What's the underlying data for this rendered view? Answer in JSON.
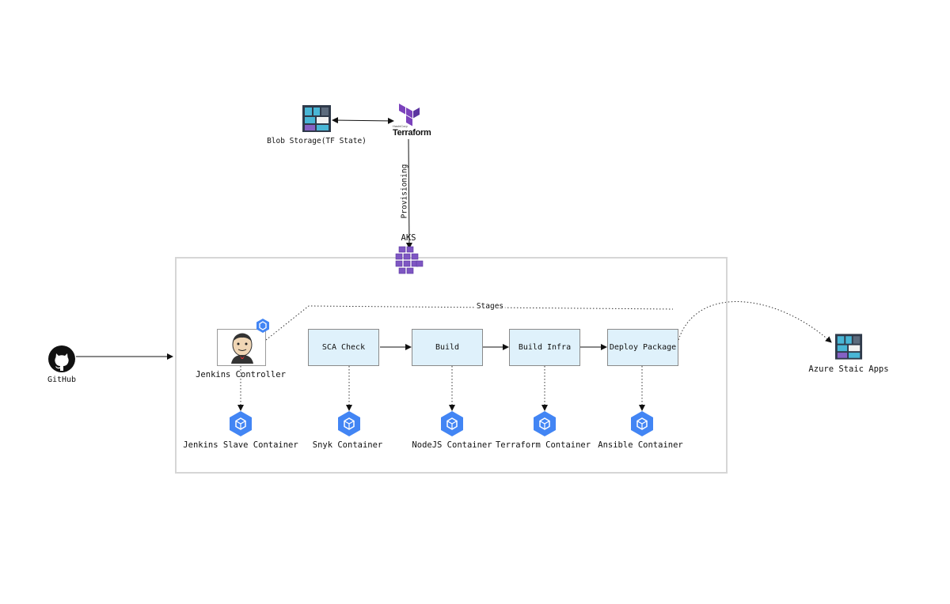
{
  "nodes": {
    "blob_storage": "Blob Storage(TF State)",
    "terraform_logo_small": "HashiCorp",
    "terraform_logo": "Terraform",
    "provisioning": "Provisioning",
    "aks": "AKS",
    "stages": "Stages",
    "github": "GitHub",
    "jenkins_controller": "Jenkins Controller",
    "azure_static_apps": "Azure Staic Apps"
  },
  "stages": [
    "SCA Check",
    "Build",
    "Build Infra",
    "Deploy Package"
  ],
  "containers": [
    "Jenkins Slave Container",
    "Snyk Container",
    "NodeJS Container",
    "Terraform Container",
    "Ansible Container"
  ],
  "colors": {
    "stage_fill": "#dff1fb",
    "hex_blue": "#4285f4",
    "terraform_purple": "#7b42bc",
    "aks_purple": "#7e56c2",
    "storage_teal": "#49b6d6",
    "storage_purple": "#8661c5"
  },
  "icons": [
    "storage-icon",
    "terraform-icon",
    "aks-icon",
    "github-icon",
    "jenkins-icon",
    "container-hex-icon"
  ]
}
